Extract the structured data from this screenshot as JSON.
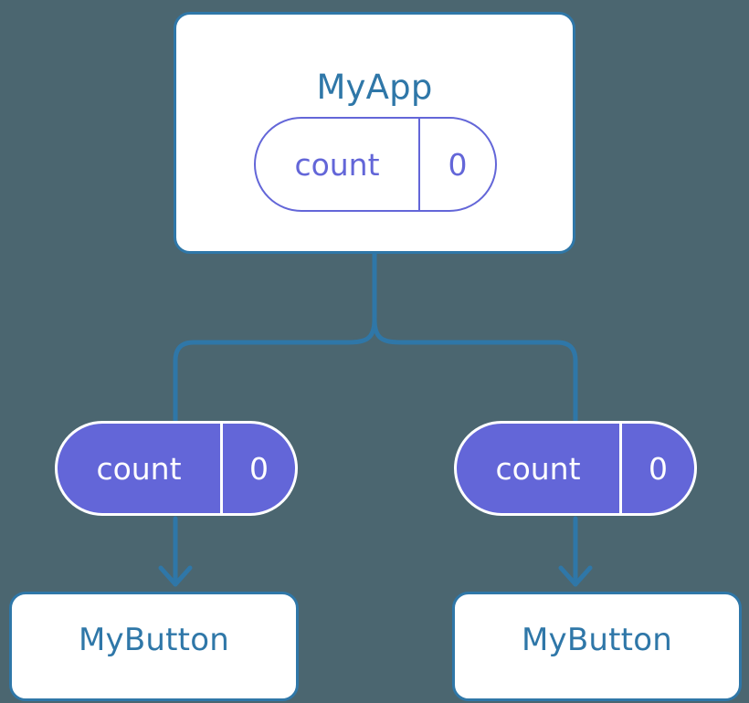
{
  "diagram": {
    "type": "component-state-tree",
    "background_color": "#4b6670",
    "accent_blue": "#2f77a8",
    "accent_purple": "#6366d8",
    "root": {
      "title": "MyApp",
      "state": {
        "key": "count",
        "value": "0"
      }
    },
    "branches": [
      {
        "state": {
          "key": "count",
          "value": "0"
        },
        "child": {
          "title": "MyButton"
        }
      },
      {
        "state": {
          "key": "count",
          "value": "0"
        },
        "child": {
          "title": "MyButton"
        }
      }
    ]
  }
}
